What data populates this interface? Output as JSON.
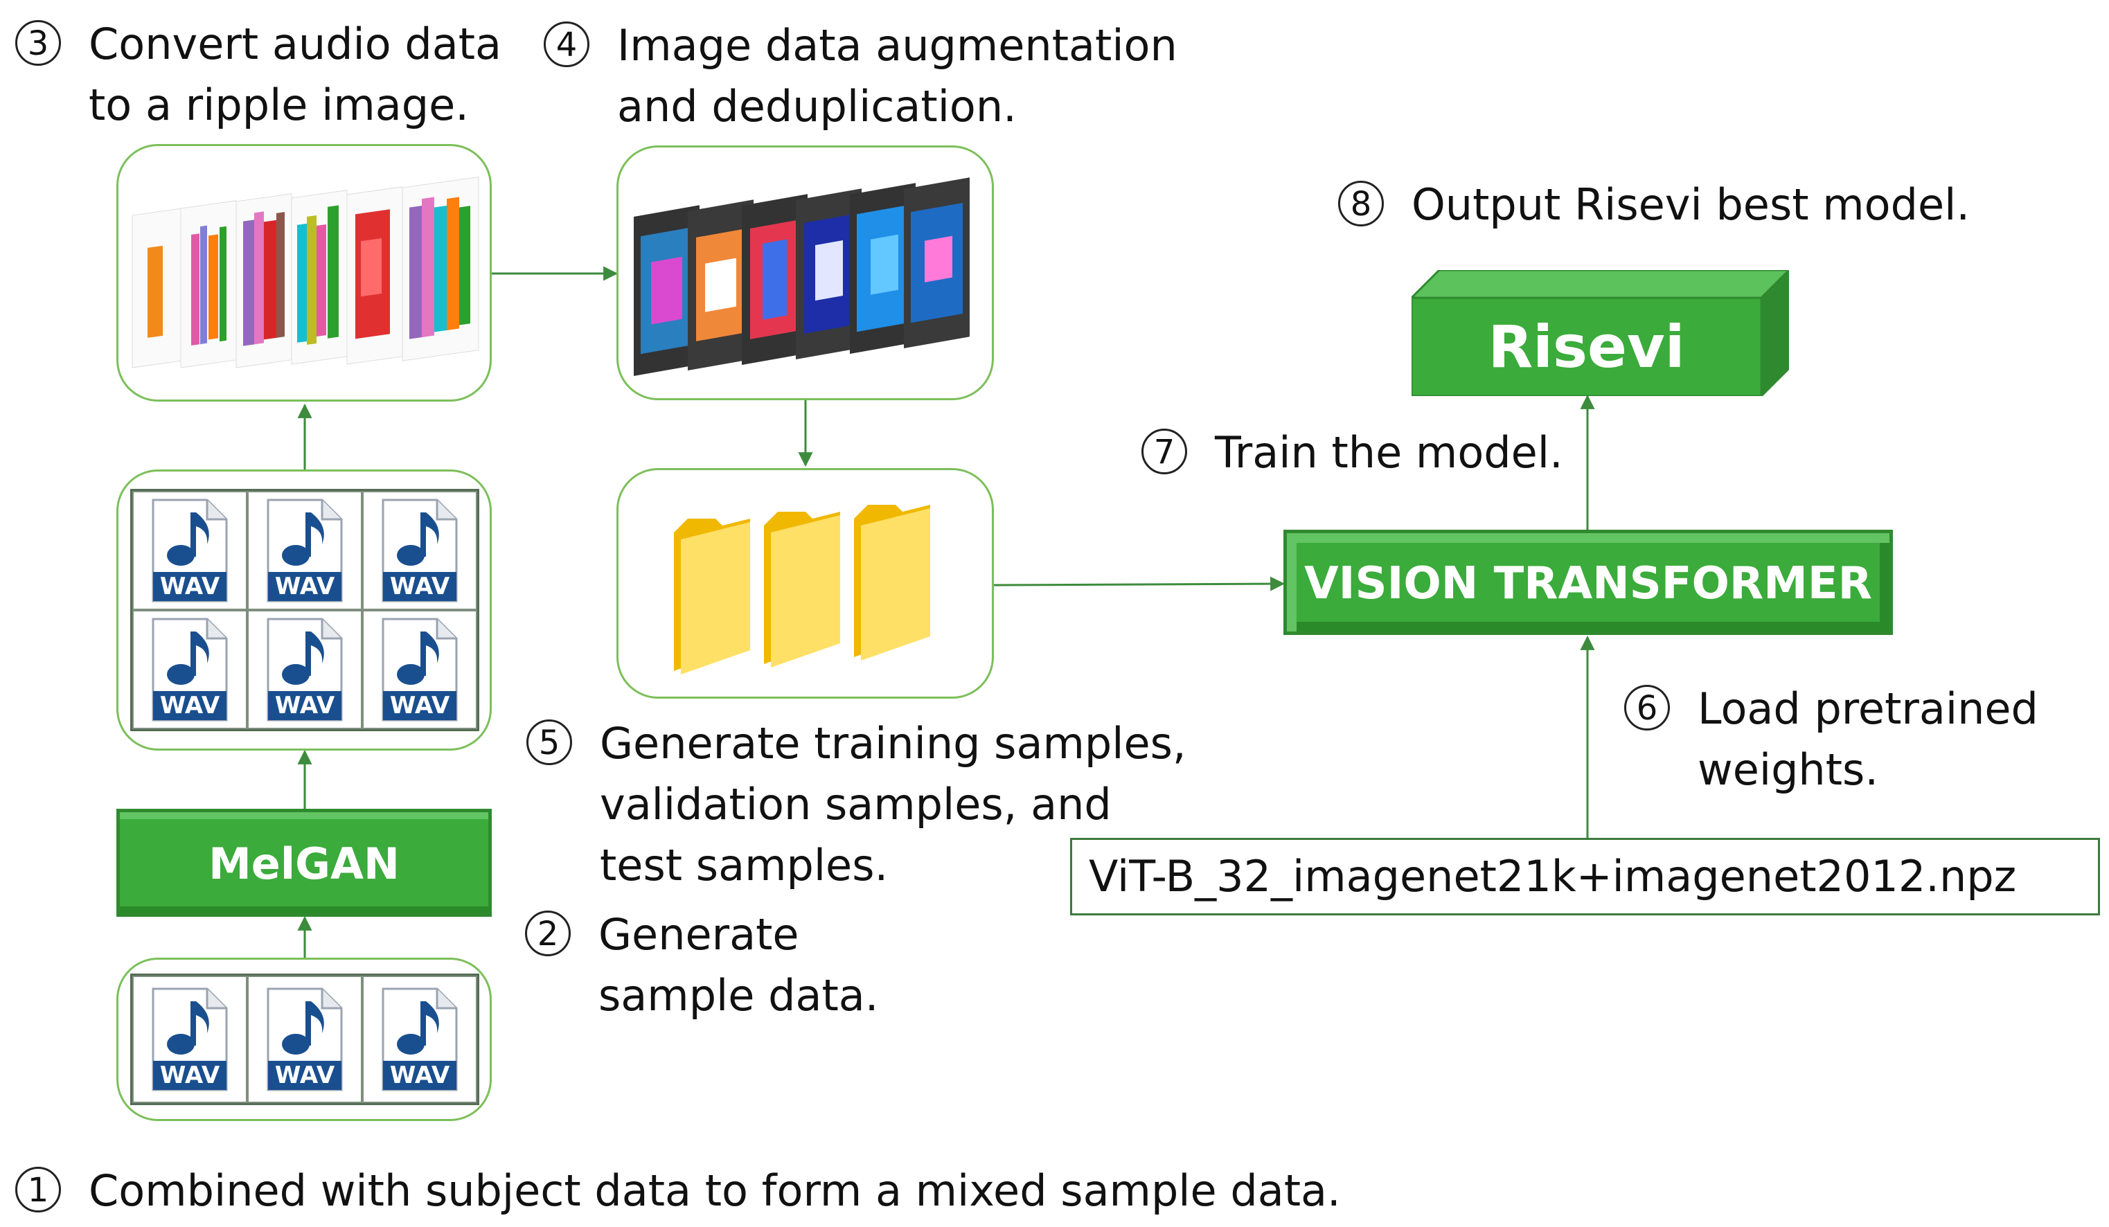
{
  "steps": [
    {
      "num": "1",
      "lines": [
        "Combined with subject data to form a mixed sample data."
      ]
    },
    {
      "num": "2",
      "lines": [
        "Generate",
        "sample data."
      ]
    },
    {
      "num": "3",
      "lines": [
        "Convert audio data",
        "to a ripple image."
      ]
    },
    {
      "num": "4",
      "lines": [
        "Image data augmentation",
        "and deduplication."
      ]
    },
    {
      "num": "5",
      "lines": [
        "Generate training samples,",
        "validation samples, and",
        "test samples."
      ]
    },
    {
      "num": "6",
      "lines": [
        "Load pretrained",
        "weights."
      ]
    },
    {
      "num": "7",
      "lines": [
        "Train the model."
      ]
    },
    {
      "num": "8",
      "lines": [
        "Output Risevi best model."
      ]
    }
  ],
  "boxes": {
    "melgan": "MelGAN",
    "vit": "VISION TRANSFORMER",
    "risevi": "Risevi"
  },
  "weights_file": "ViT-B_32_imagenet21k+imagenet2012.npz",
  "wav_label": "WAV",
  "colors": {
    "accent_green": "#3bab3b",
    "border_green": "#7cbf5a",
    "arrow_green": "#3d8b3d",
    "wav_blue": "#1a4f8f"
  }
}
